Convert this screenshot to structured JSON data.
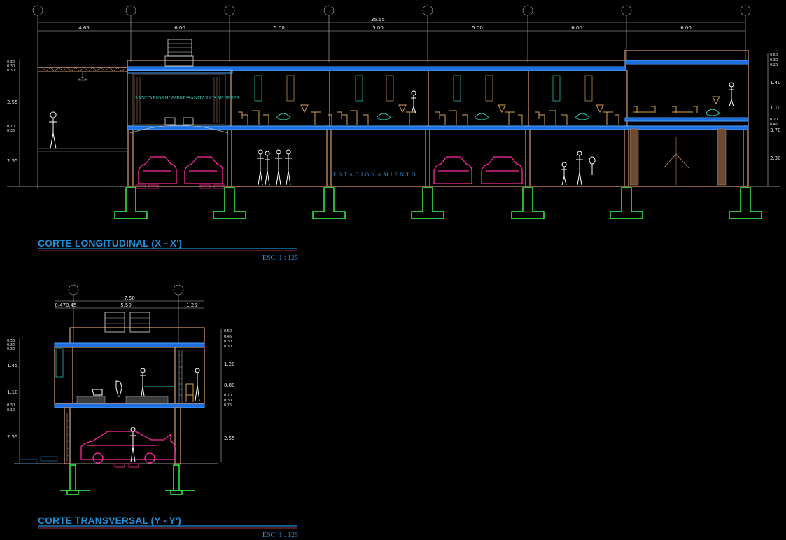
{
  "longitudinal": {
    "title": "CORTE LONGITUDINAL (X - X')",
    "scale": "ESC. 1 : 125",
    "total_dim": "35.55",
    "spans": [
      "4.65",
      "6.00",
      "5.00",
      "5.00",
      "5.00",
      "6.00",
      "6.00"
    ],
    "left_levels": [
      "0.30",
      "0.30",
      "0.30",
      "2.55",
      "0.10",
      "0.30",
      "2.55"
    ],
    "right_levels": [
      "0.50",
      "0.30",
      "0.20",
      "1.40",
      "1.10",
      "0.20",
      "0.45",
      "3.70",
      "2.30"
    ],
    "room_labels": [
      "SANITARIOS HOMBRES",
      "SANITARIOS MUJERES"
    ],
    "parking_label": "ESTACIONAMIENTO"
  },
  "transversal": {
    "title": "CORTE TRANSVERSAL (Y - Y')",
    "scale": "ESC. 1 : 125",
    "total_dim": "7.50",
    "spans": [
      "0.470.45",
      "5.50",
      "1.25"
    ],
    "left_levels": [
      "0.30",
      "0.30",
      "0.30",
      "1.45",
      "1.10",
      "0.30",
      "0.10",
      "2.55"
    ],
    "right_levels": [
      "0.50",
      "0.45",
      "0.30",
      "0.30",
      "1.20",
      "0.80",
      "0.10",
      "0.30",
      "0.75",
      "2.55"
    ]
  },
  "colors": {
    "background": "#000000",
    "slab": "#1e6fe0",
    "foundation": "#39ff4a",
    "cars": "#ff2aa0",
    "title": "#1d8fd8",
    "wall": "#c8906a"
  }
}
